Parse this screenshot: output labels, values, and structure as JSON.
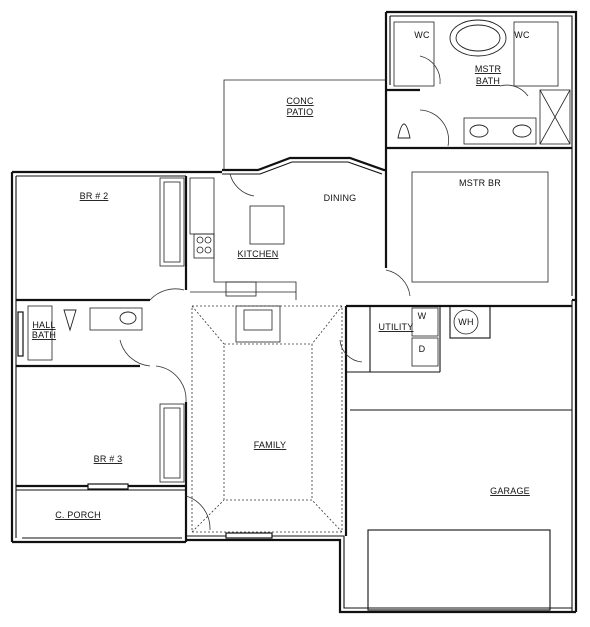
{
  "rooms": {
    "wc_left": "WC",
    "wc_right": "WC",
    "mstr_bath_line1": "MSTR",
    "mstr_bath_line2": "BATH",
    "conc_patio_line1": "CONC",
    "conc_patio_line2": "PATIO",
    "br2": "BR # 2",
    "dining": "DINING",
    "mstr_br": "MSTR BR",
    "kitchen": "KITCHEN",
    "hall_bath_line1": "HALL",
    "hall_bath_line2": "BATH",
    "utility": "UTILITY",
    "washer": "W",
    "dryer": "D",
    "water_heater": "WH",
    "br3": "BR # 3",
    "family": "FAMILY",
    "garage": "GARAGE",
    "c_porch": "C. PORCH"
  }
}
